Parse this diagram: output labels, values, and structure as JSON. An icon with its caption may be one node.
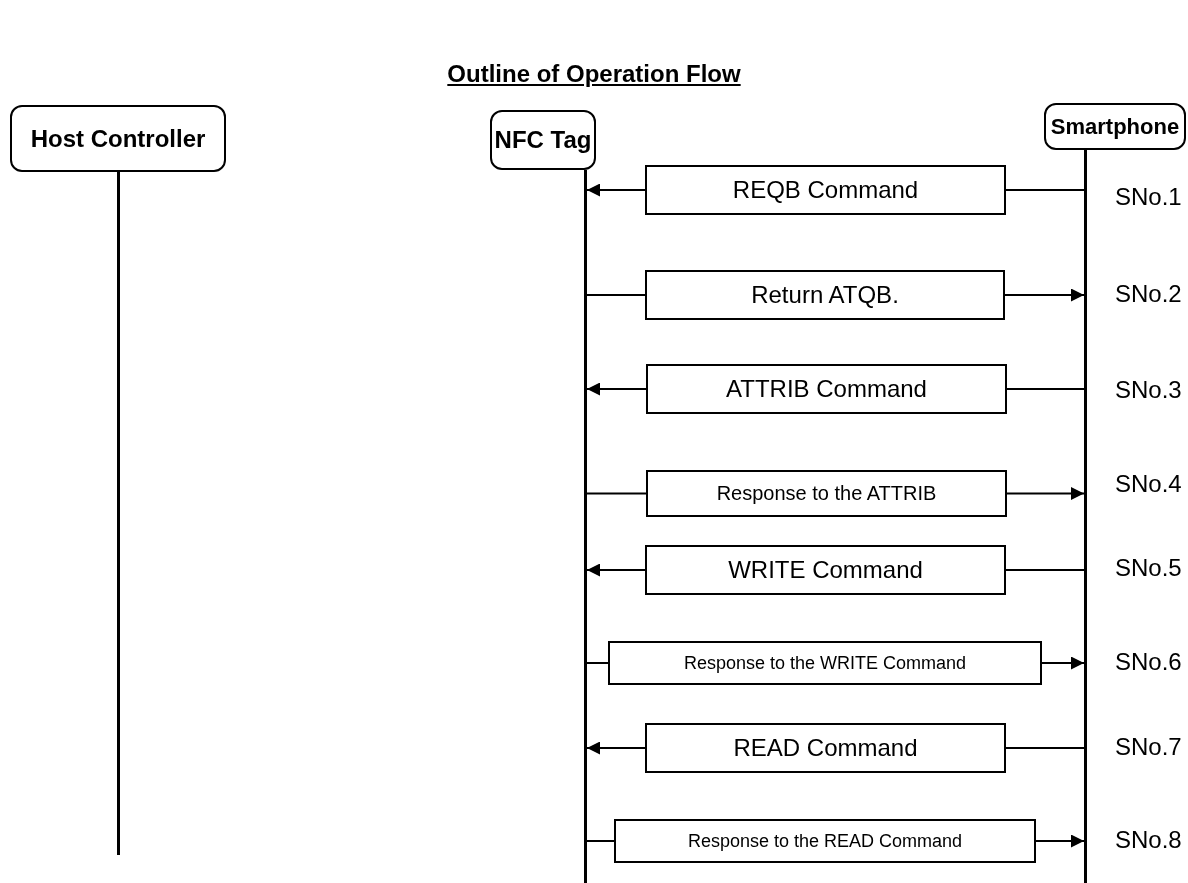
{
  "diagram": {
    "title": "Outline of Operation Flow",
    "nodes": [
      {
        "text": [
          "Host Controller"
        ]
      },
      {
        "text": [
          "NFC Tag"
        ]
      },
      {
        "text": [
          "Smartphone"
        ]
      },
      {
        "text": [],
        "shape": "bar"
      },
      {
        "text": [],
        "shape": "bar"
      },
      {
        "text": [],
        "shape": "bar"
      },
      {
        "text": [
          "REQB Command"
        ]
      },
      {
        "text": [
          "Return ATQB."
        ]
      },
      {
        "text": [
          "ATTRIB Command"
        ]
      },
      {
        "text": [
          "Response to the ATTRIB"
        ]
      },
      {
        "text": [
          "WRITE Command"
        ]
      },
      {
        "text": [
          "Response to the WRITE Command"
        ]
      },
      {
        "text": [
          "READ Command"
        ]
      },
      {
        "text": [
          "Response to the READ Command"
        ]
      }
    ],
    "edges": [
      {
        "from": 5,
        "to": 6,
        "arrow": "none"
      },
      {
        "from": 6,
        "to": 4,
        "arrow": "to"
      },
      {
        "from": 4,
        "to": 7,
        "arrow": "none"
      },
      {
        "from": 7,
        "to": 5,
        "arrow": "to"
      },
      {
        "from": 5,
        "to": 8,
        "arrow": "none"
      },
      {
        "from": 8,
        "to": 4,
        "arrow": "to"
      },
      {
        "from": 4,
        "to": 9,
        "arrow": "none"
      },
      {
        "from": 9,
        "to": 5,
        "arrow": "to"
      },
      {
        "from": 5,
        "to": 10,
        "arrow": "none"
      },
      {
        "from": 10,
        "to": 4,
        "arrow": "to"
      },
      {
        "from": 4,
        "to": 11,
        "arrow": "none"
      },
      {
        "from": 11,
        "to": 5,
        "arrow": "to"
      },
      {
        "from": 5,
        "to": 12,
        "arrow": "none"
      },
      {
        "from": 12,
        "to": 4,
        "arrow": "to"
      },
      {
        "from": 4,
        "to": 13,
        "arrow": "none"
      },
      {
        "from": 13,
        "to": 5,
        "arrow": "to"
      }
    ],
    "labels": [
      "SNo.1",
      "SNo.2",
      "SNo.3",
      "SNo.4",
      "SNo.5",
      "SNo.6",
      "SNo.7",
      "SNo.8"
    ]
  }
}
